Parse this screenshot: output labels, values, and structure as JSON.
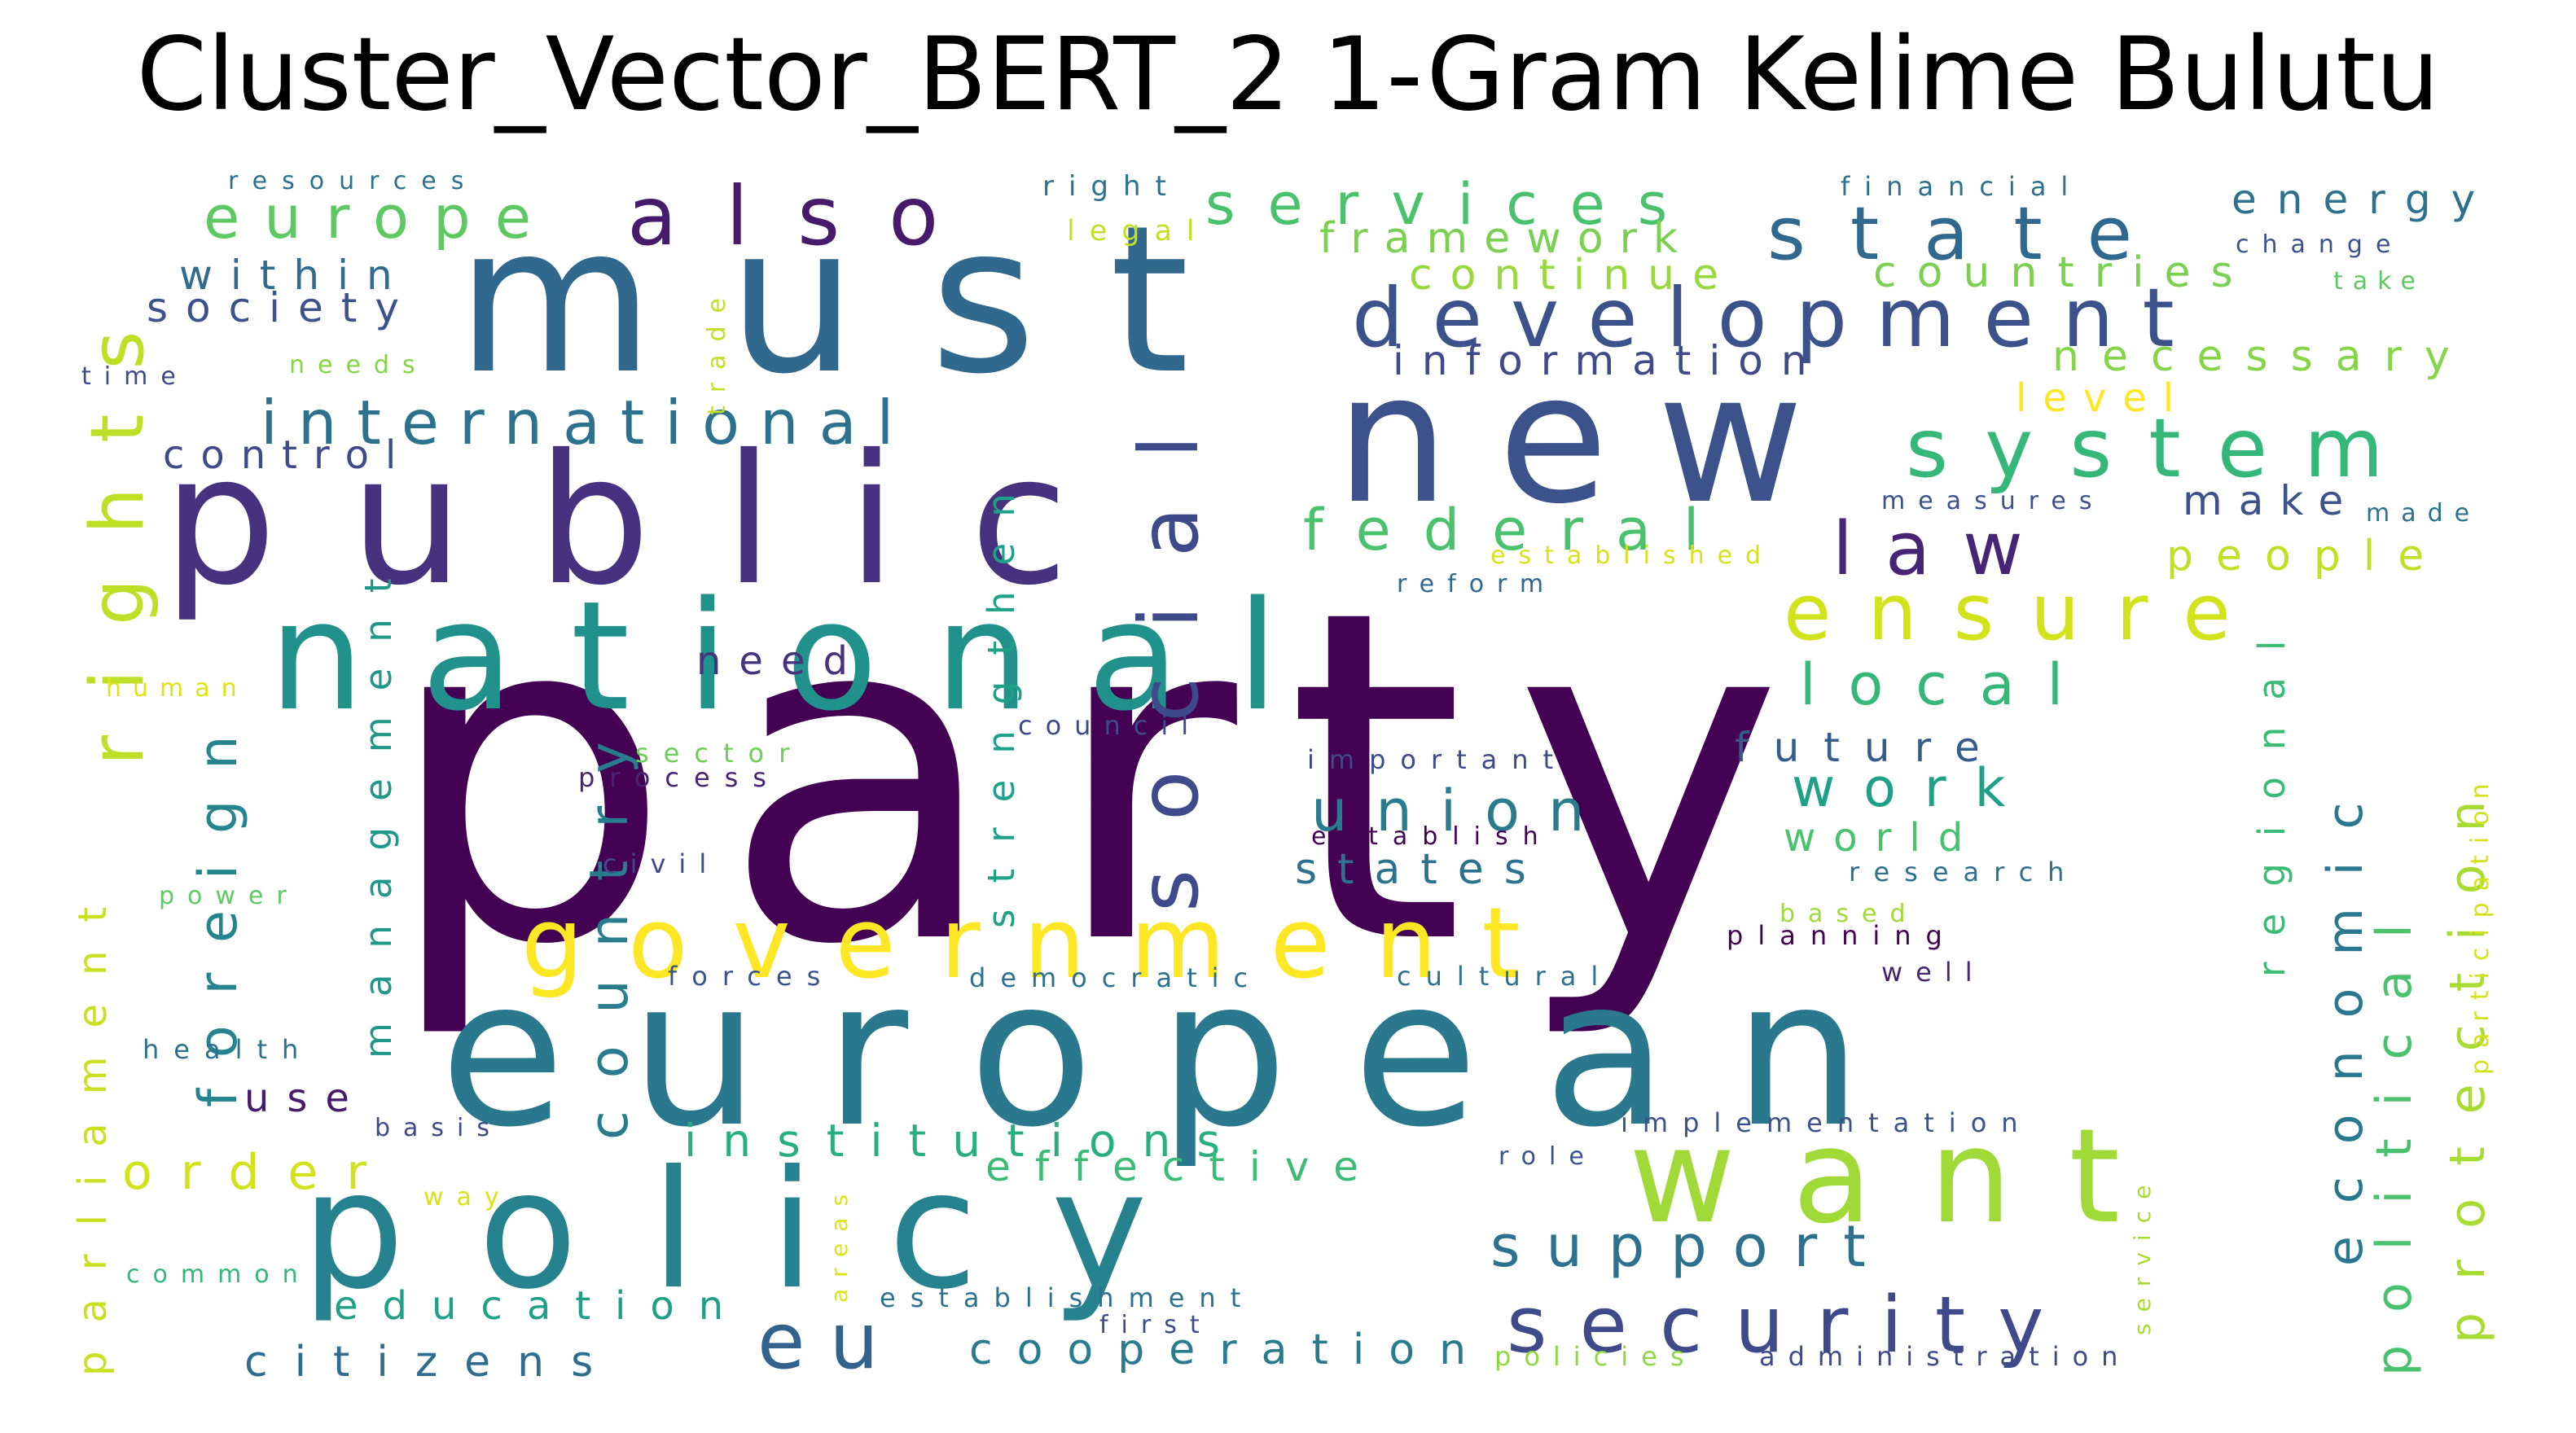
{
  "title": "Cluster_Vector_BERT_2 1-Gram Kelime Bulutu",
  "palette": {
    "dark_purple": "#440154",
    "indigo": "#3b528b",
    "blue": "#31688e",
    "teal": "#21918c",
    "green": "#35b779",
    "light_green": "#90d743",
    "yellow": "#fde725",
    "background": "#ffffff"
  },
  "words": [
    {
      "text": "party",
      "color": "#440154"
    },
    {
      "text": "must",
      "color": "#31688e"
    },
    {
      "text": "european",
      "color": "#2a788e"
    },
    {
      "text": "public",
      "color": "#46327e"
    },
    {
      "text": "national",
      "color": "#21918c"
    },
    {
      "text": "new",
      "color": "#3b528b"
    },
    {
      "text": "policy",
      "color": "#26828e"
    },
    {
      "text": "government",
      "color": "#fde725"
    },
    {
      "text": "want",
      "color": "#a0da39"
    },
    {
      "text": "social",
      "color": "#3e4a89"
    },
    {
      "text": "development",
      "color": "#3b528b"
    },
    {
      "text": "also",
      "color": "#481a6c"
    },
    {
      "text": "international",
      "color": "#2c728e"
    },
    {
      "text": "system",
      "color": "#35b779"
    },
    {
      "text": "state",
      "color": "#31688e"
    },
    {
      "text": "rights",
      "color": "#bddf26"
    },
    {
      "text": "security",
      "color": "#3e4a89"
    },
    {
      "text": "services",
      "color": "#4ac16d"
    },
    {
      "text": "europe",
      "color": "#5ec962"
    },
    {
      "text": "eu",
      "color": "#33638d"
    },
    {
      "text": "ensure",
      "color": "#d2e21b"
    },
    {
      "text": "law",
      "color": "#482475"
    },
    {
      "text": "federal",
      "color": "#4ac16d"
    },
    {
      "text": "local",
      "color": "#35b779"
    },
    {
      "text": "country",
      "color": "#287c8e"
    },
    {
      "text": "foreign",
      "color": "#25858e"
    },
    {
      "text": "economic",
      "color": "#2a788e"
    },
    {
      "text": "political",
      "color": "#4ac16d"
    },
    {
      "text": "protection",
      "color": "#a8db34"
    },
    {
      "text": "parliament",
      "color": "#c8e020"
    },
    {
      "text": "institutions",
      "color": "#29af7f"
    },
    {
      "text": "union",
      "color": "#287c8e"
    },
    {
      "text": "support",
      "color": "#2c728e"
    },
    {
      "text": "citizens",
      "color": "#2f6c8e"
    },
    {
      "text": "cooperation",
      "color": "#287c8e"
    },
    {
      "text": "order",
      "color": "#d2e21b"
    },
    {
      "text": "effective",
      "color": "#3bbb75"
    },
    {
      "text": "strengthen",
      "color": "#1fa187"
    },
    {
      "text": "management",
      "color": "#1f988b"
    },
    {
      "text": "education",
      "color": "#1fa187"
    },
    {
      "text": "work",
      "color": "#1fa187"
    },
    {
      "text": "future",
      "color": "#365c8d"
    },
    {
      "text": "regional",
      "color": "#3bbb75"
    },
    {
      "text": "necessary",
      "color": "#86d549"
    },
    {
      "text": "countries",
      "color": "#7ad151"
    },
    {
      "text": "framework",
      "color": "#7ad151"
    },
    {
      "text": "information",
      "color": "#3e4a89"
    },
    {
      "text": "continue",
      "color": "#99d83d"
    },
    {
      "text": "people",
      "color": "#c0df25"
    },
    {
      "text": "energy",
      "color": "#2c728e"
    },
    {
      "text": "within",
      "color": "#2f6c8e"
    },
    {
      "text": "society",
      "color": "#3b528b"
    },
    {
      "text": "control",
      "color": "#3e4a89"
    },
    {
      "text": "need",
      "color": "#46337f"
    },
    {
      "text": "make",
      "color": "#3b528b"
    },
    {
      "text": "states",
      "color": "#2c728e"
    },
    {
      "text": "world",
      "color": "#4ac16d"
    },
    {
      "text": "use",
      "color": "#481a6c"
    },
    {
      "text": "level",
      "color": "#fde725"
    },
    {
      "text": "resources",
      "color": "#2c728e"
    },
    {
      "text": "right",
      "color": "#2c728e"
    },
    {
      "text": "legal",
      "color": "#c2df23"
    },
    {
      "text": "financial",
      "color": "#2c728e"
    },
    {
      "text": "change",
      "color": "#3b528b"
    },
    {
      "text": "take",
      "color": "#5ec962"
    },
    {
      "text": "needs",
      "color": "#86d549"
    },
    {
      "text": "time",
      "color": "#3e4a89"
    },
    {
      "text": "trade",
      "color": "#c2df23"
    },
    {
      "text": "measures",
      "color": "#3b528b"
    },
    {
      "text": "made",
      "color": "#2c728e"
    },
    {
      "text": "established",
      "color": "#d8e219"
    },
    {
      "text": "reform",
      "color": "#31688e"
    },
    {
      "text": "human",
      "color": "#dde318"
    },
    {
      "text": "council",
      "color": "#3e4a89"
    },
    {
      "text": "important",
      "color": "#3e4a89"
    },
    {
      "text": "sector",
      "color": "#6ece58"
    },
    {
      "text": "process",
      "color": "#482475"
    },
    {
      "text": "establish",
      "color": "#440154"
    },
    {
      "text": "research",
      "color": "#2c728e"
    },
    {
      "text": "based",
      "color": "#a0da39"
    },
    {
      "text": "planning",
      "color": "#440154"
    },
    {
      "text": "civil",
      "color": "#3e4a89"
    },
    {
      "text": "power",
      "color": "#5ec962"
    },
    {
      "text": "forces",
      "color": "#3b528b"
    },
    {
      "text": "democratic",
      "color": "#2c728e"
    },
    {
      "text": "cultural",
      "color": "#2c728e"
    },
    {
      "text": "well",
      "color": "#482475"
    },
    {
      "text": "participation",
      "color": "#d2e21b"
    },
    {
      "text": "health",
      "color": "#2c728e"
    },
    {
      "text": "basis",
      "color": "#3e4a89"
    },
    {
      "text": "implementation",
      "color": "#3b528b"
    },
    {
      "text": "way",
      "color": "#d8e219"
    },
    {
      "text": "role",
      "color": "#3b528b"
    },
    {
      "text": "service",
      "color": "#a8db34"
    },
    {
      "text": "areas",
      "color": "#dde318"
    },
    {
      "text": "common",
      "color": "#35b779"
    },
    {
      "text": "establishment",
      "color": "#2c728e"
    },
    {
      "text": "first",
      "color": "#3e4a89"
    },
    {
      "text": "policies",
      "color": "#90d743"
    },
    {
      "text": "administration",
      "color": "#3e4a89"
    }
  ]
}
